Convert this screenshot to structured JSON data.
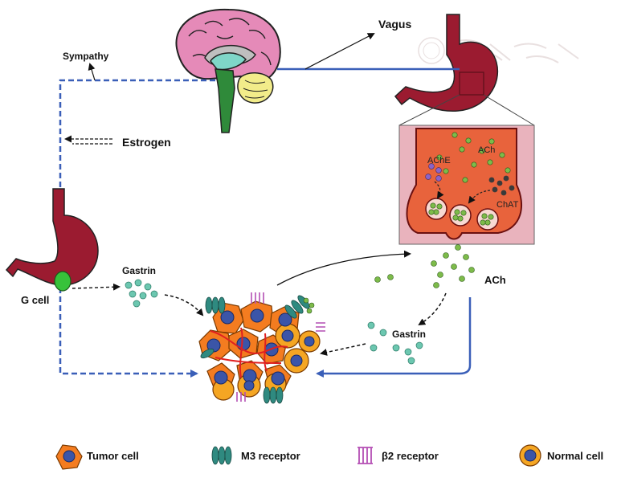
{
  "labels": {
    "vagus": "Vagus",
    "sympathy": "Sympathy",
    "estrogen": "Estrogen",
    "g_cell": "G cell",
    "gastrin_left": "Gastrin",
    "gastrin_right": "Gastrin",
    "ach_synapse": "ACh",
    "ache": "AChE",
    "chat": "ChAT",
    "ach_right": "ACh"
  },
  "legend": [
    {
      "label": "Tumor cell"
    },
    {
      "label": "M3 receptor"
    },
    {
      "label": "β2 receptor"
    },
    {
      "label": "Normal cell"
    }
  ],
  "colors": {
    "stomach": "#9b1b30",
    "nerve_blue": "#3a5fb8",
    "tumor_orange": "#f47c20",
    "nucleus_blue": "#3b55a8",
    "receptor_teal": "#2f8a80",
    "beta2_magenta": "#b44fb4",
    "gastrin_teal": "#6cc7b0",
    "ach_green": "#7dbb4a",
    "synapse_bg": "#e9b3bd",
    "terminal": "#e8633c",
    "normal_cell_orange": "#f5a623"
  }
}
